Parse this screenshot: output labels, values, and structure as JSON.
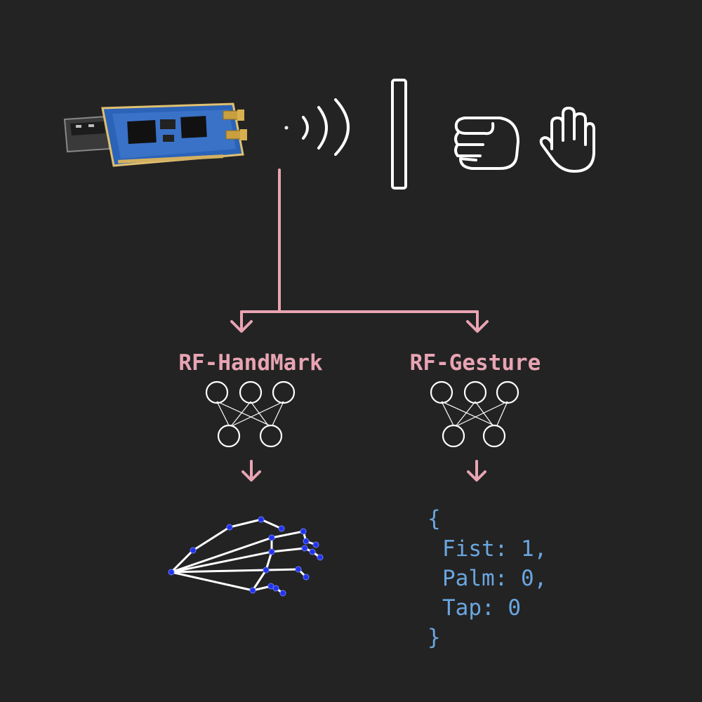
{
  "branches": [
    {
      "label": "RF-HandMark"
    },
    {
      "label": "RF-Gesture"
    }
  ],
  "output": {
    "open_brace": "{",
    "lines": [
      "Fist: 1,",
      "Palm: 0,",
      "Tap: 0"
    ],
    "close_brace": "}"
  },
  "colors": {
    "background": "#232323",
    "connector": "#e8a4b3",
    "label": "#e8a4b3",
    "json_text": "#6aa6e0",
    "line_art": "#ffffff",
    "landmark_joint": "#2233ee"
  },
  "icons": [
    "sdr-board-icon",
    "wireless-signal-icon",
    "barrier-icon",
    "fist-icon",
    "palm-icon",
    "neural-network-icon",
    "hand-skeleton-icon"
  ]
}
